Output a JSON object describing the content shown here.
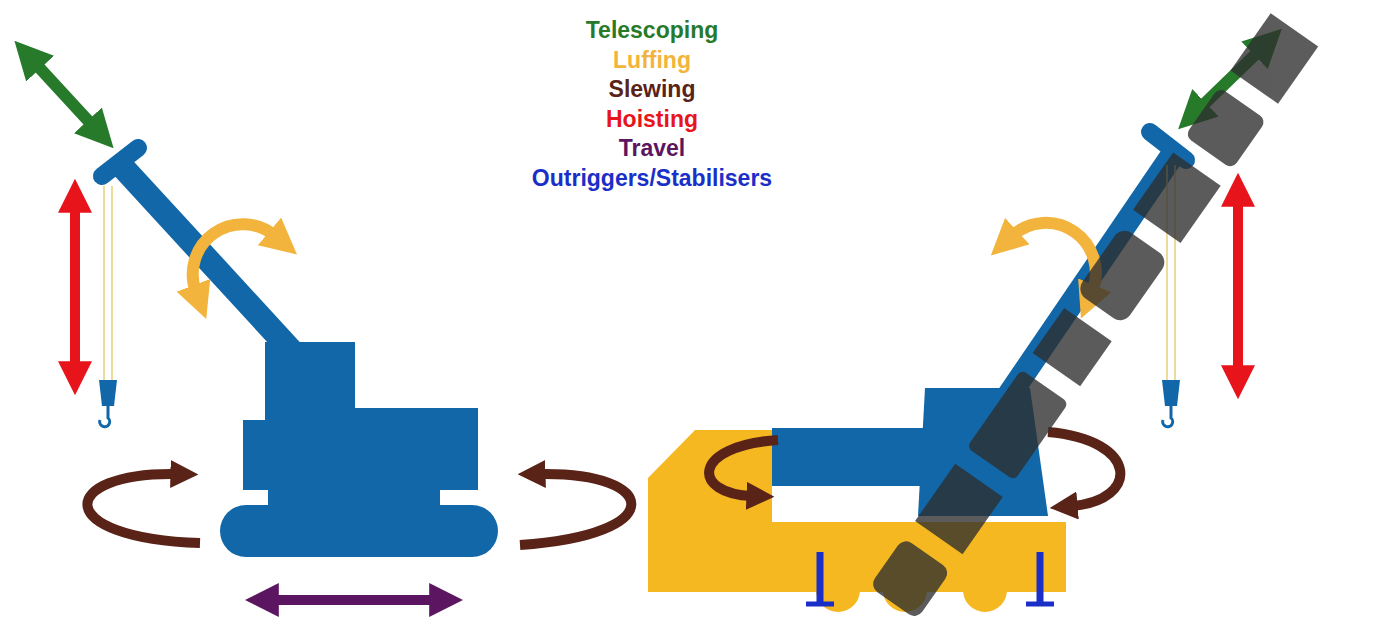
{
  "diagram": {
    "legend": [
      {
        "text": "Telescoping",
        "color": "#267a2a"
      },
      {
        "text": "Luffing",
        "color": "#f2b43c"
      },
      {
        "text": "Slewing",
        "color": "#5a2318"
      },
      {
        "text": "Hoisting",
        "color": "#e8141b"
      },
      {
        "text": "Travel",
        "color": "#5c1560"
      },
      {
        "text": "Outriggers/Stabilisers",
        "color": "#1a2fc8"
      }
    ]
  }
}
